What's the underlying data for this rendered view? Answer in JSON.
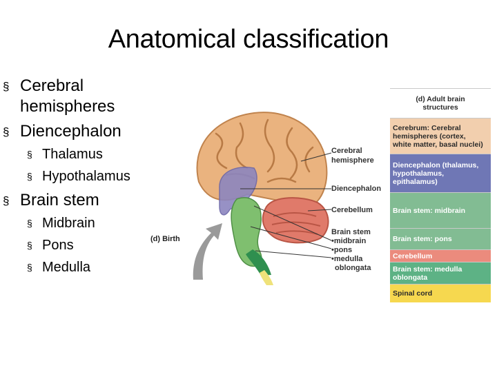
{
  "title": "Anatomical classification",
  "bullets": [
    {
      "text": "Cerebral hemispheres",
      "children": []
    },
    {
      "text": "Diencephalon",
      "children": [
        "Thalamus",
        "Hypothalamus"
      ]
    },
    {
      "text": "Brain stem",
      "children": [
        "Midbrain",
        "Pons",
        "Medulla"
      ]
    }
  ],
  "figure": {
    "birth_label": "(d) Birth",
    "labels": {
      "cerebral": [
        "Cerebral",
        "hemisphere"
      ],
      "diencephalon": "Diencephalon",
      "cerebellum": "Cerebellum",
      "brainstem": [
        "Brain stem",
        "•midbrain",
        "•pons",
        "•medulla",
        "oblongata"
      ]
    },
    "table": {
      "header": [
        "(d) Adult brain",
        "structures"
      ],
      "rows": [
        {
          "text": [
            "Cerebrum: Cerebral",
            "hemispheres (cortex,",
            "white matter, basal nuclei)"
          ],
          "color": "#f2cfae",
          "text_color": "#2b2b2b"
        },
        {
          "text": [
            "Diencephalon (thalamus,",
            "hypothalamus,",
            "epithalamus)"
          ],
          "color": "#6f77b5",
          "text_color": "#ffffff"
        },
        {
          "text": [
            "Brain stem: midbrain"
          ],
          "color": "#82bc93",
          "text_color": "#ffffff"
        },
        {
          "text": [
            "Brain stem: pons"
          ],
          "color": "#82bc93",
          "text_color": "#ffffff"
        },
        {
          "text": [
            "Cerebellum"
          ],
          "color": "#eb8b7d",
          "text_color": "#ffffff"
        },
        {
          "text": [
            "Brain stem: medulla",
            "oblongata"
          ],
          "color": "#5db285",
          "text_color": "#ffffff"
        },
        {
          "text": [
            "Spinal cord"
          ],
          "color": "#f6d84f",
          "text_color": "#2b2b2b"
        }
      ]
    }
  }
}
